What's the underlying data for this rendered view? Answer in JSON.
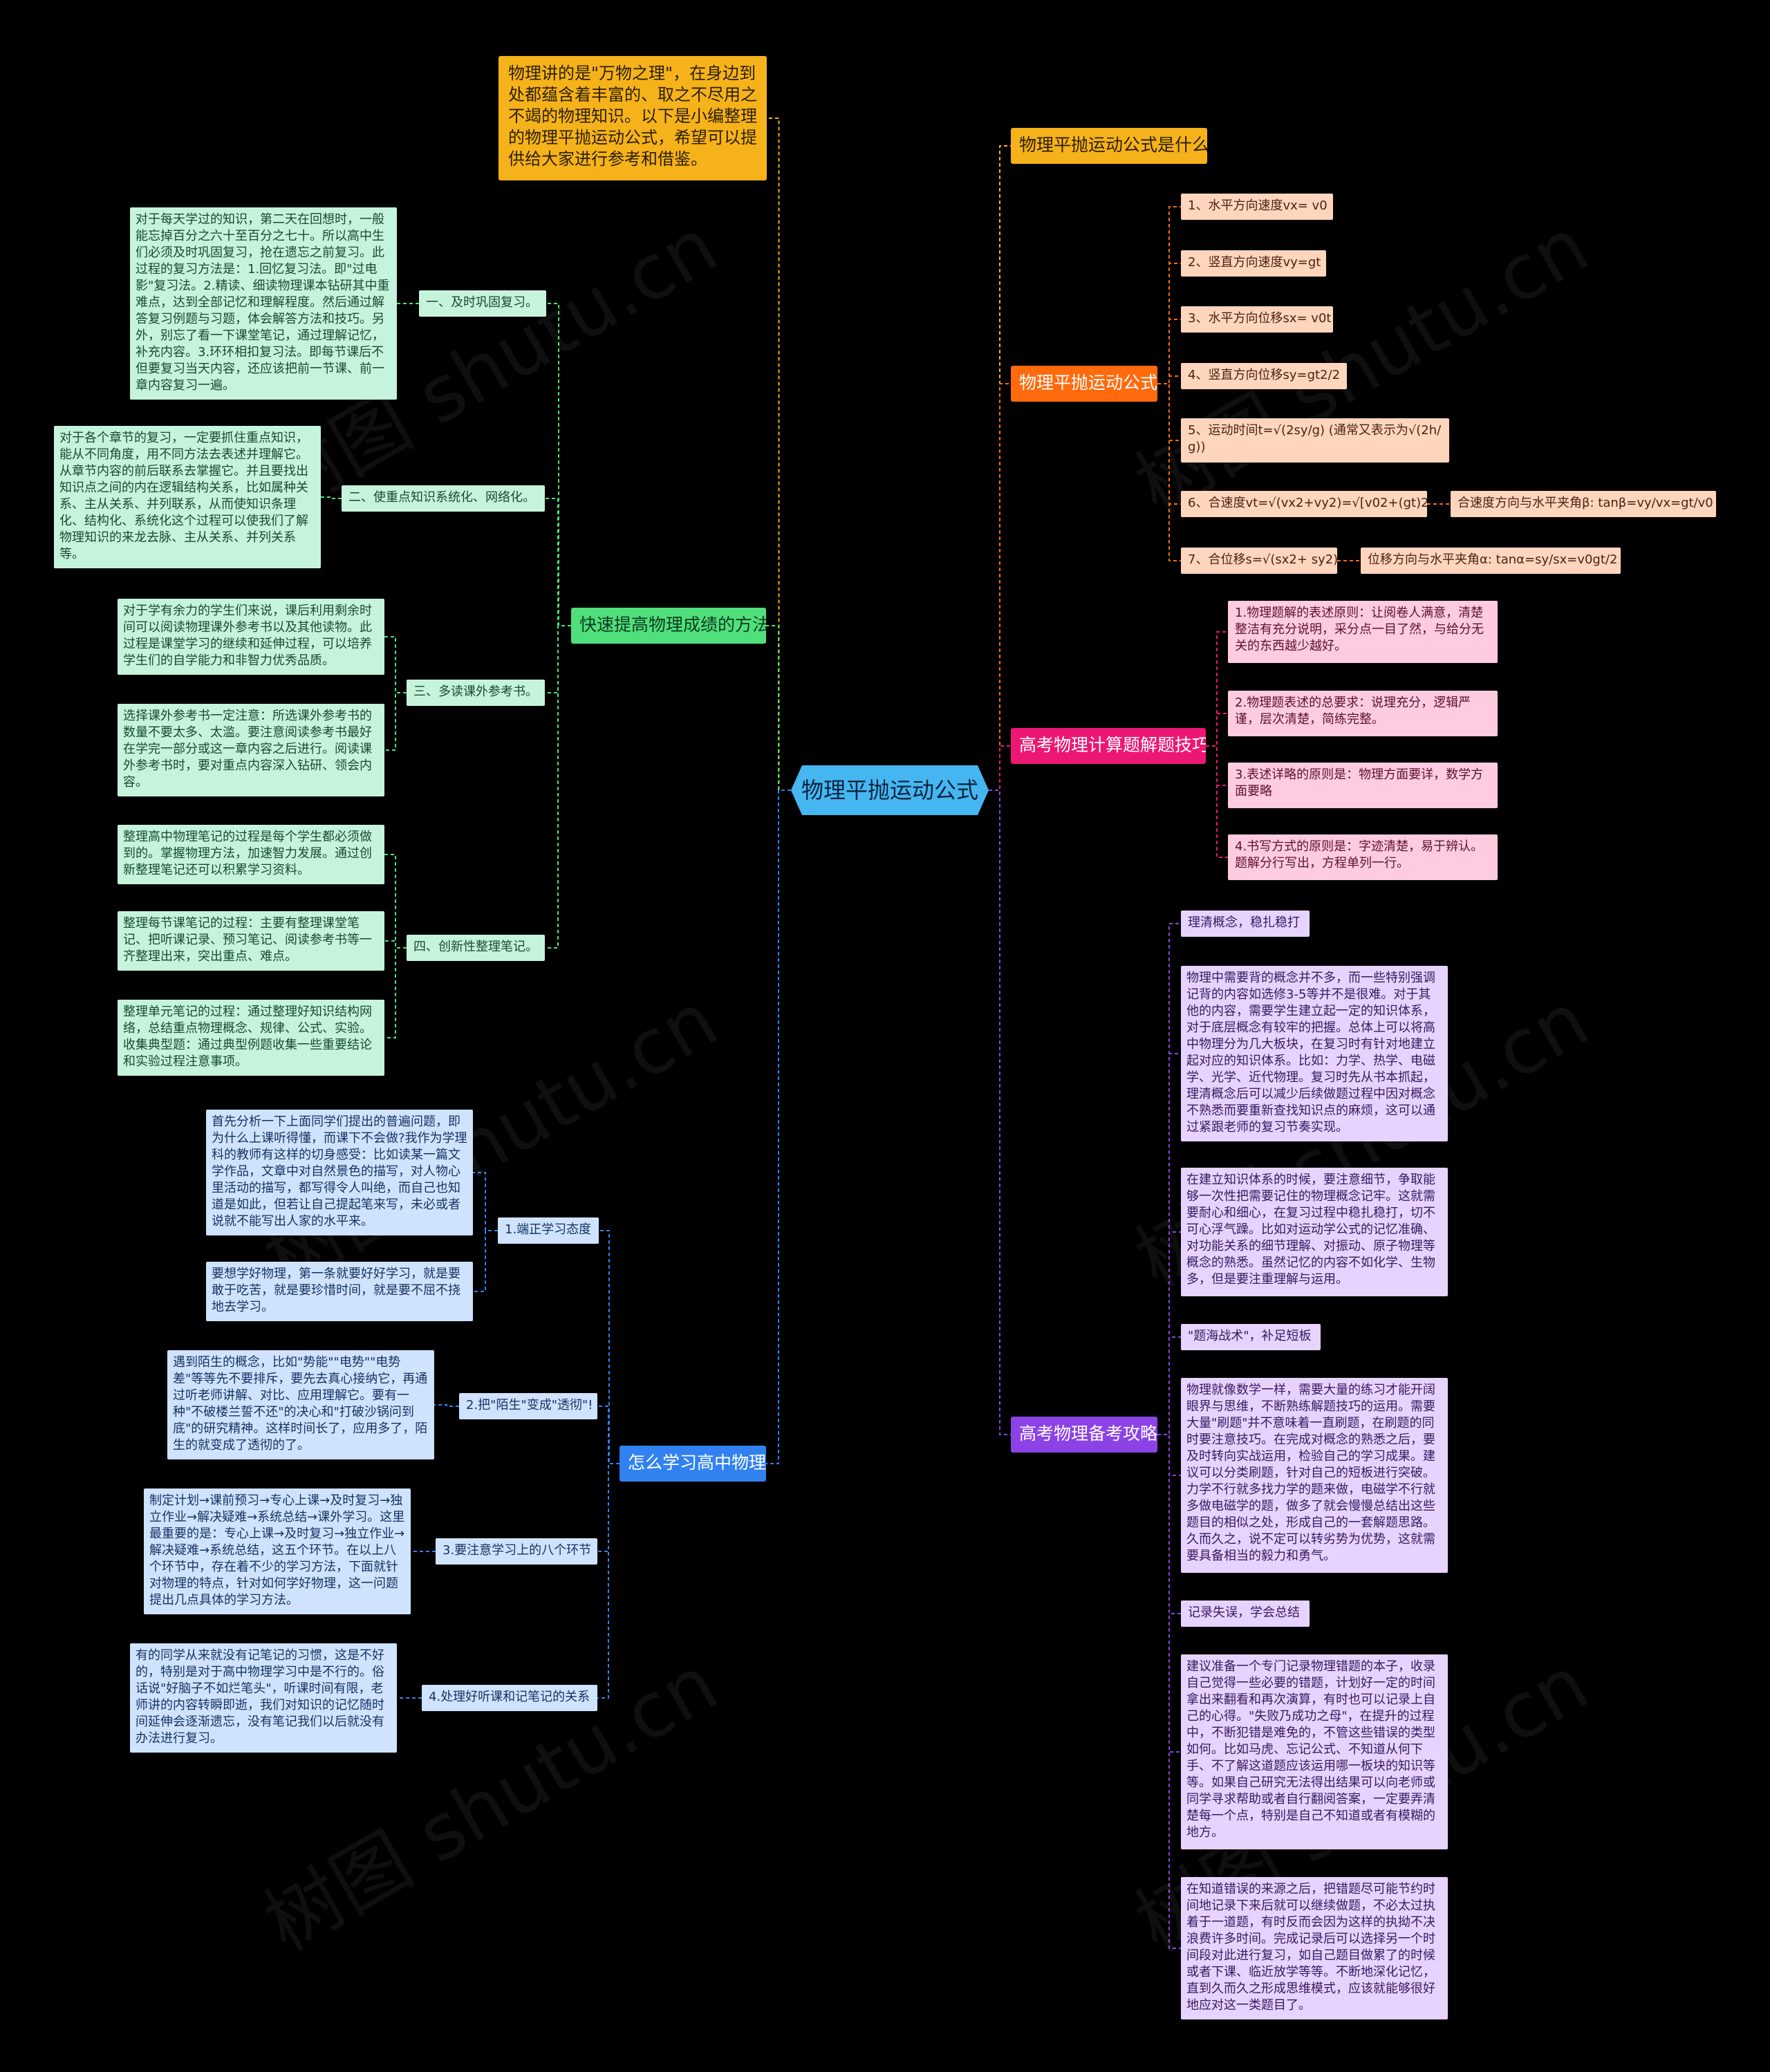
{
  "root": "物理平抛运动公式",
  "intro": "物理讲的是\"万物之理\"，在身边到处都蕴含着丰富的、取之不尽用之不竭的物理知识。以下是小编整理的物理平抛运动公式，希望可以提供给大家进行参考和借鉴。",
  "watermark": "树图 shutu.cn",
  "colors": {
    "background": "#000000",
    "root": "#45b6f0",
    "intro": "#f6b21a",
    "formula_branch": "#ff6a0d",
    "tips_branch": "#ec1772",
    "strategy_branch": "#8b43e6",
    "method_branch": "#4fe07c",
    "study_branch": "#3182f0"
  },
  "right": {
    "what_is": "物理平抛运动公式是什么",
    "formulas": {
      "title": "物理平抛运动公式",
      "items": [
        "1、水平方向速度vx= v0",
        "2、竖直方向速度vy=gt",
        "3、水平方向位移sx= v0t",
        "4、竖直方向位移sy=gt2/2",
        "5、运动时间t=√(2sy/g) (通常又表示为√(2h/g))",
        "6、合速度vt=√(vx2+vy2)=√[v02+(gt)2]",
        "7、合位移s=√(sx2+ sy2)"
      ],
      "notes": {
        "velocity_angle": "合速度方向与水平夹角β: tanβ=vy/vx=gt/v0",
        "displacement_angle": "位移方向与水平夹角α: tanα=sy/sx=v0gt/2"
      }
    },
    "tips": {
      "title": "高考物理计算题解题技巧",
      "items": [
        "1.物理题解的表述原则：让阅卷人满意，清楚整洁有充分说明，采分点一目了然，与给分无关的东西越少越好。",
        "2.物理题表述的总要求：说理充分，逻辑严谨，层次清楚，简练完整。",
        "3.表述详略的原则是：物理方面要详，数学方面要略",
        "4.书写方式的原则是：字迹清楚，易于辨认。题解分行写出，方程单列一行。"
      ]
    },
    "strategy": {
      "title": "高考物理备考攻略",
      "sections": [
        {
          "label": "理清概念，稳扎稳打",
          "paragraphs": [
            "物理中需要背的概念并不多，而一些特别强调记背的内容如选修3-5等并不是很难。对于其他的内容，需要学生建立起一定的知识体系，对于底层概念有较牢的把握。总体上可以将高中物理分为几大板块，在复习时有针对地建立起对应的知识体系。比如：力学、热学、电磁学、光学、近代物理。复习时先从书本抓起，理清概念后可以减少后续做题过程中因对概念不熟悉而要重新查找知识点的麻烦，这可以通过紧跟老师的复习节奏实现。",
            "在建立知识体系的时候，要注意细节，争取能够一次性把需要记住的物理概念记牢。这就需要耐心和细心，在复习过程中稳扎稳打，切不可心浮气躁。比如对运动学公式的记忆准确、对功能关系的细节理解、对振动、原子物理等概念的熟悉。虽然记忆的内容不如化学、生物多，但是要注重理解与运用。"
          ]
        },
        {
          "label": "\"题海战术\"，补足短板",
          "paragraphs": [
            "物理就像数学一样，需要大量的练习才能开阔眼界与思维，不断熟练解题技巧的运用。需要大量\"刷题\"并不意味着一直刷题，在刷题的同时要注意技巧。在完成对概念的熟悉之后，要及时转向实战运用，检验自己的学习成果。建议可以分类刷题，针对自己的短板进行突破。力学不行就多找力学的题来做，电磁学不行就多做电磁学的题，做多了就会慢慢总结出这些题目的相似之处，形成自己的一套解题思路。久而久之，说不定可以转劣势为优势，这就需要具备相当的毅力和勇气。"
          ]
        },
        {
          "label": "记录失误，学会总结",
          "paragraphs": [
            "建议准备一个专门记录物理错题的本子，收录自己觉得一些必要的错题，计划好一定的时间拿出来翻看和再次演算，有时也可以记录上自己的心得。\"失败乃成功之母\"，在提升的过程中，不断犯错是难免的，不管这些错误的类型如何。比如马虎、忘记公式、不知道从何下手、不了解这道题应该运用哪一板块的知识等等。如果自己研究无法得出结果可以向老师或同学寻求帮助或者自行翻阅答案，一定要弄清楚每一个点，特别是自己不知道或者有模糊的地方。",
            "在知道错误的来源之后，把错题尽可能节约时间地记录下来后就可以继续做题，不必太过执着于一道题，有时反而会因为这样的执拗不决浪费许多时间。完成记录后可以选择另一个时间段对此进行复习，如自己题目做累了的时候或者下课、临近放学等等。不断地深化记忆，直到久而久之形成思维模式，应该就能够很好地应对这一类题目了。"
          ]
        }
      ]
    }
  },
  "left": {
    "methods": {
      "title": "快速提高物理成绩的方法",
      "sections": [
        {
          "label": "一、及时巩固复习。",
          "paragraphs": [
            "对于每天学过的知识，第二天在回想时，一般能忘掉百分之六十至百分之七十。所以高中生们必须及时巩固复习，抢在遗忘之前复习。此过程的复习方法是：1.回忆复习法。即\"过电影\"复习法。2.精读、细读物理课本钻研其中重难点，达到全部记忆和理解程度。然后通过解答复习例题与习题，体会解答方法和技巧。另外，别忘了看一下课堂笔记，通过理解记忆，补充内容。3.环环相扣复习法。即每节课后不但要复习当天内容，还应该把前一节课、前一章内容复习一遍。"
          ]
        },
        {
          "label": "二、使重点知识系统化、网络化。",
          "paragraphs": [
            "对于各个章节的复习，一定要抓住重点知识，能从不同角度，用不同方法去表述并理解它。从章节内容的前后联系去掌握它。并且要找出知识点之间的内在逻辑结构关系，比如属种关系、主从关系、并列联系，从而使知识条理化、结构化、系统化这个过程可以使我们了解物理知识的来龙去脉、主从关系、并列关系等。"
          ]
        },
        {
          "label": "三、多读课外参考书。",
          "paragraphs": [
            "对于学有余力的学生们来说，课后利用剩余时间可以阅读物理课外参考书以及其他读物。此过程是课堂学习的继续和延伸过程，可以培养学生们的自学能力和非智力优秀品质。",
            "选择课外参考书一定注意：所选课外参考书的数量不要太多、太滥。要注意阅读参考书最好在学完一部分或这一章内容之后进行。阅读课外参考书时，要对重点内容深入钻研、领会内容。"
          ]
        },
        {
          "label": "四、创新性整理笔记。",
          "paragraphs": [
            "整理高中物理笔记的过程是每个学生都必须做到的。掌握物理方法，加速智力发展。通过创新整理笔记还可以积累学习资料。",
            "整理每节课笔记的过程：主要有整理课堂笔记、把听课记录、预习笔记、阅读参考书等一齐整理出来，突出重点、难点。",
            "整理单元笔记的过程：通过整理好知识结构网络，总结重点物理概念、规律、公式、实验。收集典型题：通过典型例题收集一些重要结论和实验过程注意事项。"
          ]
        }
      ]
    },
    "study": {
      "title": "怎么学习高中物理",
      "sections": [
        {
          "label": "1.端正学习态度",
          "paragraphs": [
            "首先分析一下上面同学们提出的普遍问题，即为什么上课听得懂，而课下不会做?我作为学理科的教师有这样的切身感受：比如读某一篇文学作品，文章中对自然景色的描写，对人物心里活动的描写，都写得令人叫绝，而自己也知道是如此，但若让自己提起笔来写，未必或者说就不能写出人家的水平来。",
            "要想学好物理，第一条就要好好学习，就是要敢于吃苦，就是要珍惜时间，就是要不屈不挠地去学习。"
          ]
        },
        {
          "label": "2.把\"陌生\"变成\"透彻\"!",
          "paragraphs": [
            "遇到陌生的概念，比如\"势能\"\"电势\"\"电势差\"等等先不要排斥，要先去真心接纳它，再通过听老师讲解、对比、应用理解它。要有一种\"不破楼兰誓不还\"的决心和\"打破沙锅问到底\"的研究精神。这样时间长了，应用多了，陌生的就变成了透彻的了。"
          ]
        },
        {
          "label": "3.要注意学习上的八个环节",
          "paragraphs": [
            "制定计划→课前预习→专心上课→及时复习→独立作业→解决疑难→系统总结→课外学习。这里最重要的是：专心上课→及时复习→独立作业→解决疑难→系统总结，这五个环节。在以上八个环节中，存在着不少的学习方法，下面就针对物理的特点，针对如何学好物理，这一问题提出几点具体的学习方法。"
          ]
        },
        {
          "label": "4.处理好听课和记笔记的关系",
          "paragraphs": [
            "有的同学从来就没有记笔记的习惯，这是不好的，特别是对于高中物理学习中是不行的。俗话说\"好脑子不如烂笔头\"，听课时间有限，老师讲的内容转瞬即逝，我们对知识的记忆随时间延伸会逐渐遗忘，没有笔记我们以后就没有办法进行复习。"
          ]
        }
      ]
    }
  }
}
